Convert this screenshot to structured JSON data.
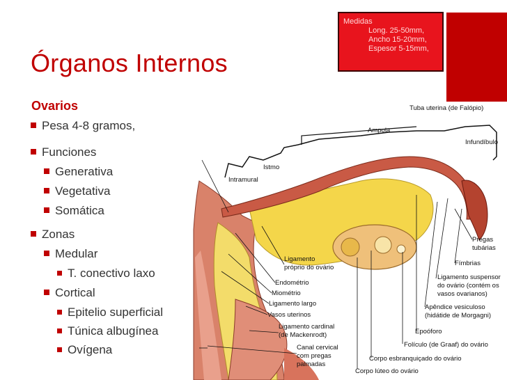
{
  "slide": {
    "title": "Órganos Internos",
    "subtitle": "Ovarios",
    "measures": {
      "title": "Medidas",
      "lines": [
        "Long. 25-50mm,",
        "Ancho 15-20mm,",
        "Espesor 5-15mm,"
      ]
    },
    "bullets": {
      "weight": "Pesa 4-8 gramos,",
      "functions": "Funciones",
      "f1": "Generativa",
      "f2": "Vegetativa",
      "f3": "Somática",
      "zones": "Zonas",
      "z1": "Medular",
      "z1a": "T. conectivo laxo",
      "z2": "Cortical",
      "z2a": "Epitelio superficial",
      "z2b": "Túnica albugínea",
      "z2c": "Ovígena"
    }
  },
  "figure": {
    "labels": {
      "tuba": "Tuba uterina (de Falópio)",
      "ampola": "Ampola",
      "infundibulo": "Infundíbulo",
      "istmo": "Istmo",
      "intramural": "Intramural",
      "pregas1": "Pregas",
      "pregas2": "tubárias",
      "fimbrias": "Fímbrias",
      "lig_prop1": "Ligamento",
      "lig_prop2": "próprio do ovário",
      "endometrio": "Endométrio",
      "miometrio": "Miométrio",
      "lig_largo": "Ligamento largo",
      "vasos": "Vasos uterinos",
      "lig_card1": "Ligamento cardinal",
      "lig_card2": "(de Mackenrodt)",
      "canal1": "Canal cervical",
      "canal2": "com pregas",
      "canal3": "palmadas",
      "lig_susp1": "Ligamento suspensor",
      "lig_susp2": "do ovário (contém os",
      "lig_susp3": "vasos ovarianos)",
      "apendice1": "Apêndice vesiculoso",
      "apendice2": "(hidátide de Morgagni)",
      "epooforo": "Epoóforo",
      "foliculo": "Folículo (de Graaf) do ovário",
      "corpo_esb": "Corpo esbranquiçado do ovário",
      "corpo_luteo": "Corpo lúteo do ovário"
    }
  },
  "colors": {
    "accent": "#c00000",
    "box": "#e8141d",
    "text": "#333333"
  }
}
